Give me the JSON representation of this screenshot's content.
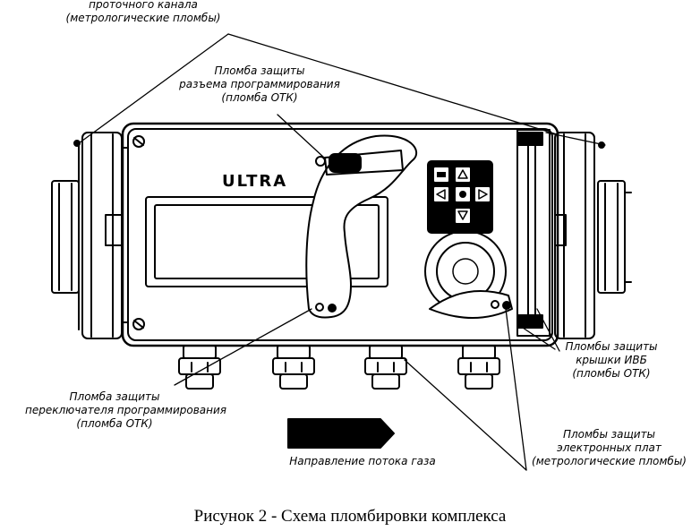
{
  "labels": {
    "flow_channel": [
      "проточного канала",
      "(метрологические пломбы)"
    ],
    "prog_connector": [
      "Пломба защиты",
      "разъема программирования",
      "(пломба ОТК)"
    ],
    "prog_switch": [
      "Пломба защиты",
      "переключателя программирования",
      "(пломба ОТК)"
    ],
    "ivb_cover": [
      "Пломбы защиты",
      "крышки ИВБ",
      "(пломбы ОТК)"
    ],
    "boards": [
      "Пломбы защиты",
      "электронных плат",
      "(метрологические пломбы)"
    ],
    "flow_direction": "Направление потока газа"
  },
  "device": {
    "brand": "ULTRA",
    "keys": [
      "menu-icon",
      "up-arrow-icon",
      "left-arrow-icon",
      "center-dot-icon",
      "right-arrow-icon",
      "down-arrow-icon"
    ]
  },
  "caption": "Рисунок 2 - Схема пломбировки комплекса"
}
